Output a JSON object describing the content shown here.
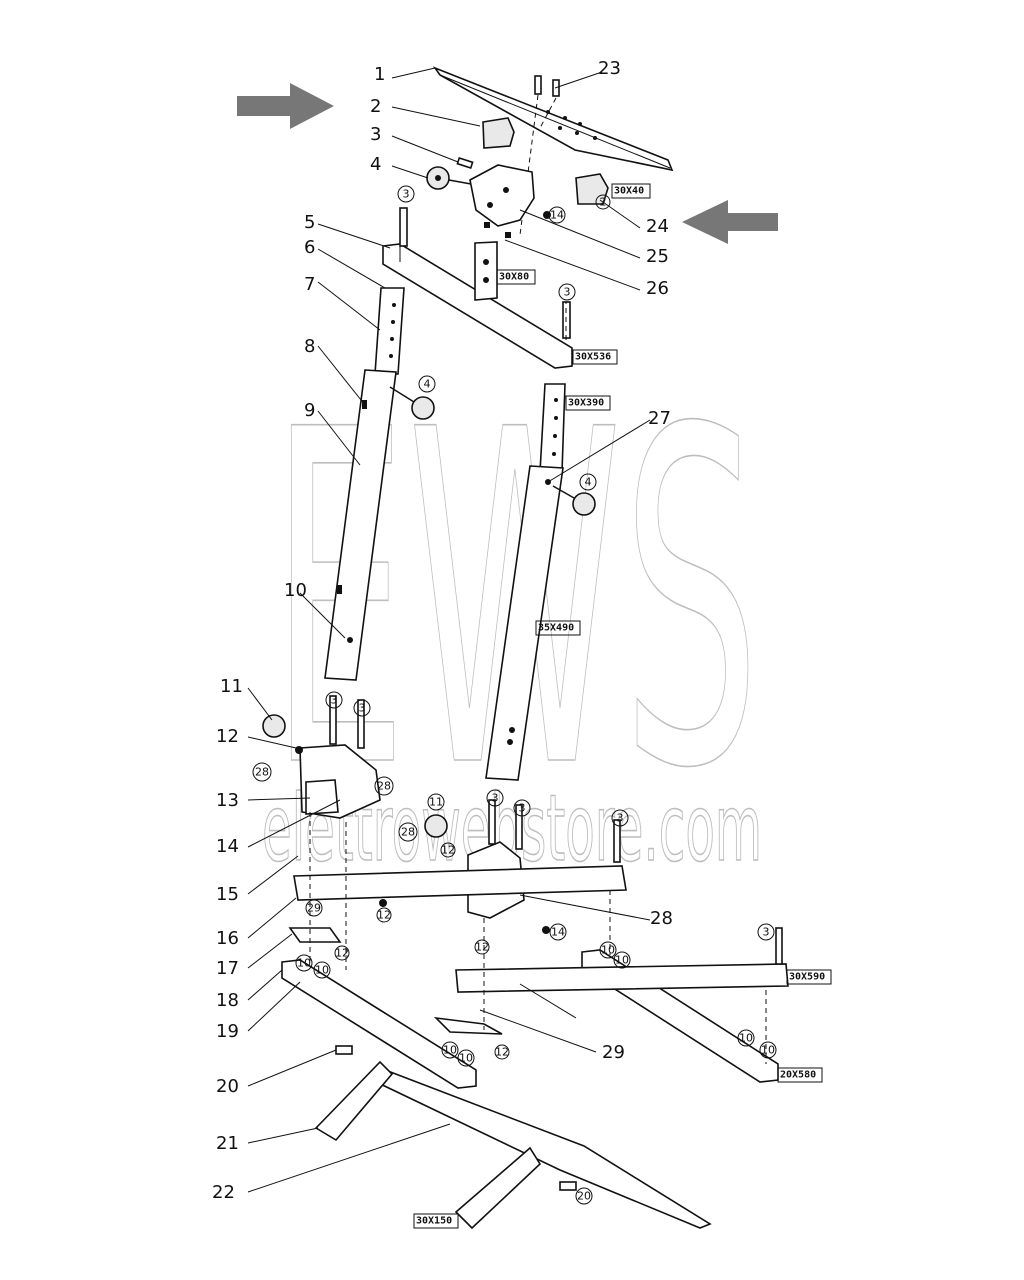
{
  "watermark": {
    "brand": "EWS",
    "site": "elettrowebstore.com"
  },
  "arrow_color": "#777777",
  "labels": [
    "1",
    "2",
    "3",
    "4",
    "5",
    "6",
    "7",
    "8",
    "9",
    "10",
    "11",
    "12",
    "13",
    "14",
    "15",
    "16",
    "17",
    "18",
    "19",
    "20",
    "21",
    "22",
    "23",
    "24",
    "25",
    "26",
    "27",
    "28",
    "29"
  ],
  "dimensions": [
    "30X40",
    "30X80",
    "30X536",
    "30X390",
    "35X490",
    "30X590",
    "20X580",
    "30X150"
  ]
}
